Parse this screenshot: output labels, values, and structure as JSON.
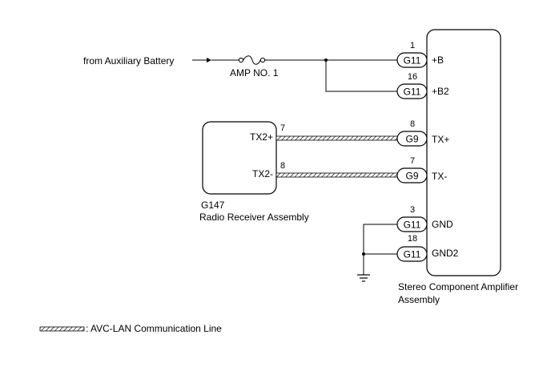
{
  "source": {
    "label": "from Auxiliary Battery"
  },
  "fuse": {
    "label": "AMP NO. 1"
  },
  "amplifier": {
    "name_line1": "Stereo Component Amplifier",
    "name_line2": "Assembly",
    "terminals": [
      {
        "pin": "1",
        "connector": "G11",
        "signal": "+B"
      },
      {
        "pin": "16",
        "connector": "G11",
        "signal": "+B2"
      },
      {
        "pin": "8",
        "connector": "G9",
        "signal": "TX+"
      },
      {
        "pin": "7",
        "connector": "G9",
        "signal": "TX-"
      },
      {
        "pin": "3",
        "connector": "G11",
        "signal": "GND"
      },
      {
        "pin": "18",
        "connector": "G11",
        "signal": "GND2"
      }
    ]
  },
  "radio": {
    "connector": "G147",
    "name": "Radio Receiver Assembly",
    "terminals": [
      {
        "signal": "TX2+",
        "pin": "7"
      },
      {
        "signal": "TX2-",
        "pin": "8"
      }
    ]
  },
  "legend": {
    "text": ": AVC-LAN Communication Line"
  }
}
